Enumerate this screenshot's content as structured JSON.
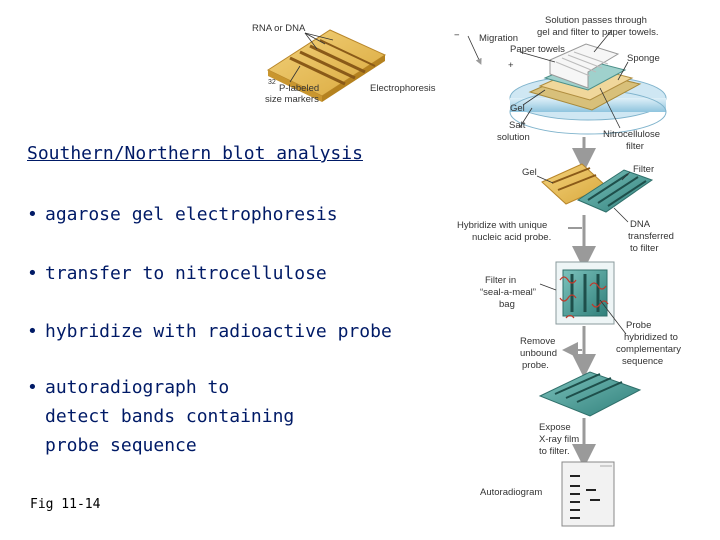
{
  "slide": {
    "title": "Southern/Northern blot analysis",
    "bullets": [
      "agarose gel electrophoresis",
      "transfer to nitrocellulose",
      "hybridize with radioactive probe"
    ],
    "bullet4": {
      "line1": "autoradiograph to",
      "line2": "detect bands containing",
      "line3": "probe sequence"
    },
    "bullet_char": "•",
    "figure_ref": "Fig 11-14"
  },
  "diagram": {
    "rna_dna": "RNA or DNA",
    "migration": "Migration",
    "minus": "−",
    "plus": "+",
    "marker_sup": "32",
    "marker_1": "P-labeled",
    "marker_2": "size markers",
    "electrophoresis": "Electrophoresis",
    "solution_1": "Solution passes through",
    "solution_2": "gel and filter to paper towels.",
    "paper_towels": "Paper towels",
    "sponge": "Sponge",
    "gel_top": "Gel",
    "salt_1": "Salt",
    "salt_2": "solution",
    "nitro_1": "Nitrocellulose",
    "nitro_2": "filter",
    "gel_mid": "Gel",
    "filter": "Filter",
    "hybridize_1": "Hybridize with unique",
    "hybridize_2": "nucleic acid probe.",
    "dna_1": "DNA",
    "dna_2": "transferred",
    "dna_3": "to filter",
    "seal_1": "Filter in",
    "seal_2": "“seal-a-meal”",
    "seal_3": "bag",
    "remove_1": "Remove",
    "remove_2": "unbound",
    "remove_3": "probe.",
    "probe_1": "Probe",
    "probe_2": "hybridized to",
    "probe_3": "complementary",
    "probe_4": "sequence",
    "expose_1": "Expose",
    "expose_2": "X-ray film",
    "expose_3": "to filter.",
    "autoradiogram": "Autoradiogram"
  },
  "colors": {
    "text_blue": "#001a66",
    "gel": "#e2b94e",
    "band": "#8a5a18",
    "filter_teal": "#5aa6a0",
    "tray_blue": "#b7dcee",
    "arrow": "#9a9a9a"
  }
}
